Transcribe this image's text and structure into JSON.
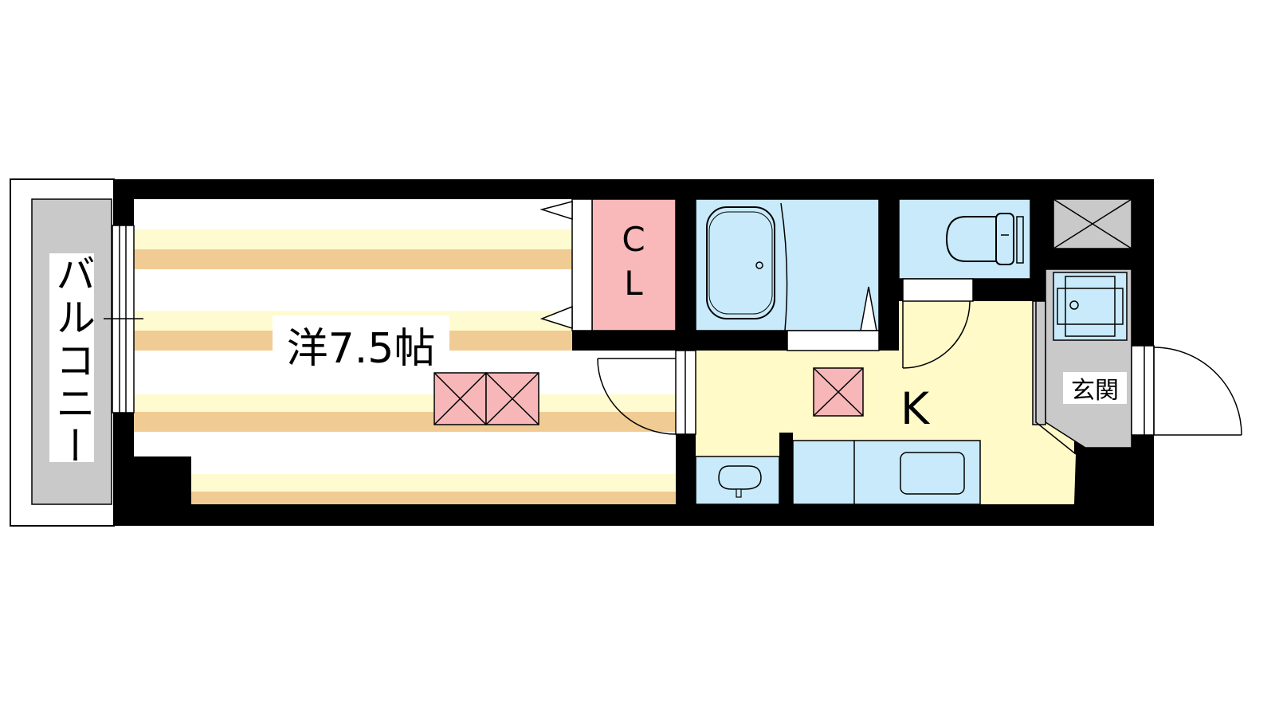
{
  "rooms": {
    "western_room": "洋7.5帖",
    "closet": "CL",
    "kitchen": "K",
    "entrance": "玄関",
    "balcony": "バルコニー"
  },
  "colors": {
    "wall": "#000000",
    "floor_stripe_light": "#fffbd0",
    "floor_stripe_dark": "#f0cc94",
    "closet": "#f9b8b9",
    "kitchen_floor": "#fffac8",
    "fixtures": "#c8eafa",
    "entrance_floor": "#c9c9c9",
    "balcony": "#c9c9c9",
    "vent": "#f7b7b9"
  }
}
